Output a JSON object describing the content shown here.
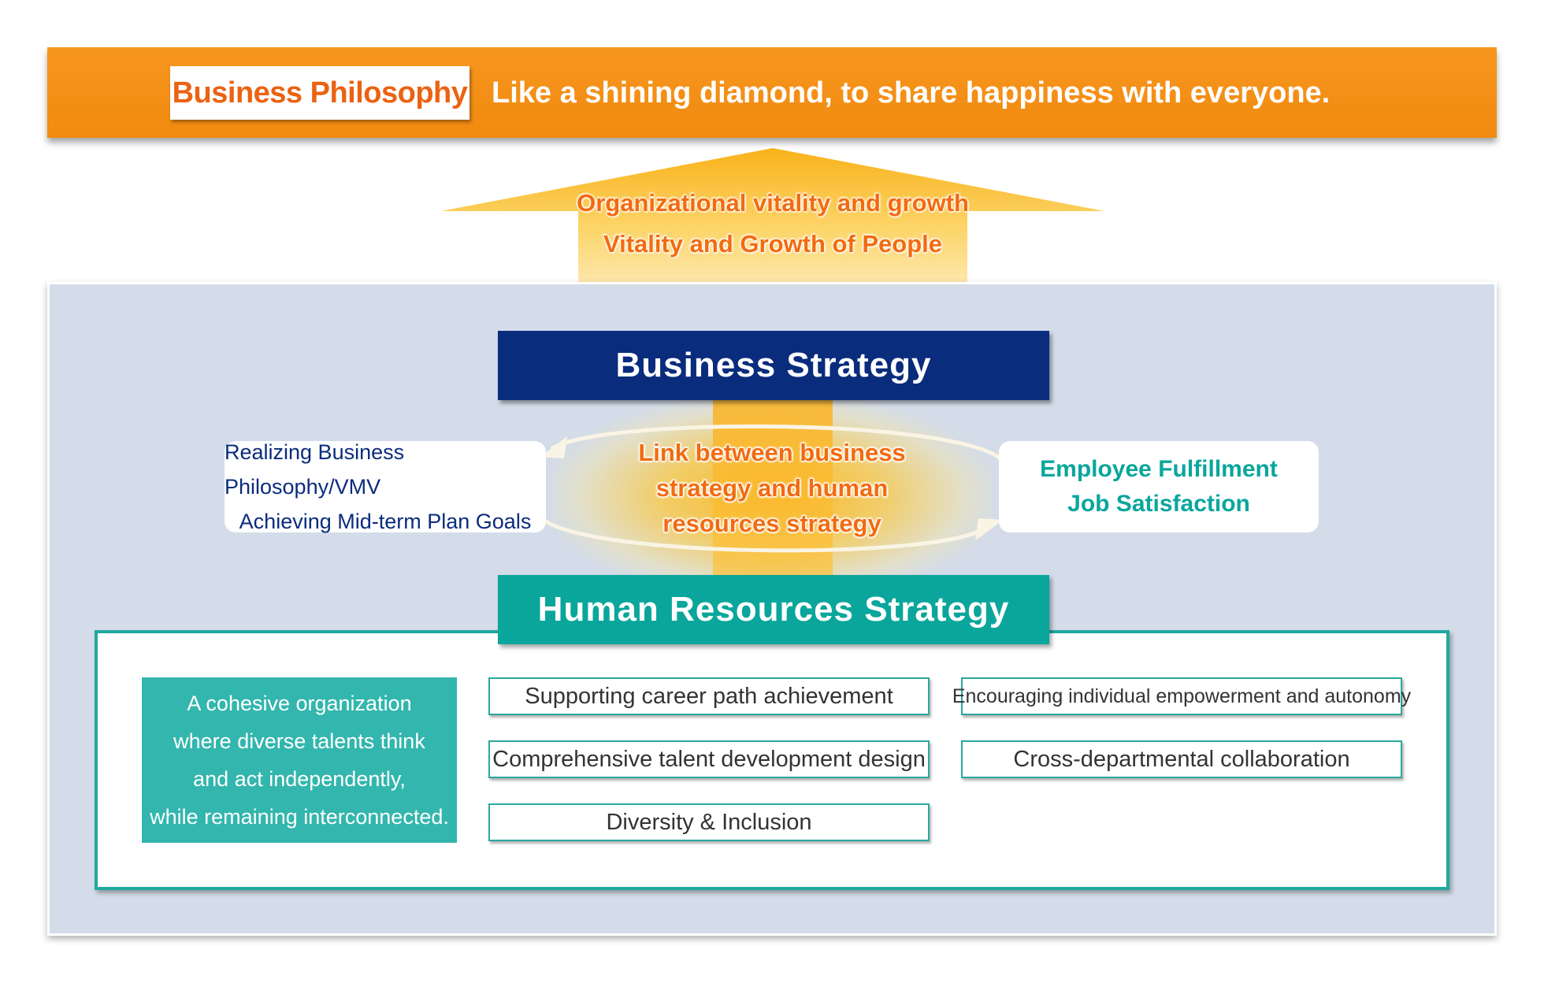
{
  "philosophy": {
    "label": "Business Philosophy",
    "text": "Like a shining diamond, to share happiness with everyone."
  },
  "arrow": {
    "line1": "Organizational vitality and growth",
    "line2": "Vitality and Growth of People"
  },
  "business_strategy": "Business Strategy",
  "hr_strategy": "Human Resources Strategy",
  "link": {
    "line1": "Link between business",
    "line2": "strategy and human",
    "line3": "resources strategy"
  },
  "left_box": {
    "line1": "Realizing Business Philosophy/VMV",
    "line2": "Achieving Mid-term Plan Goals"
  },
  "right_box": {
    "line1": "Employee Fulfillment",
    "line2": "Job Satisfaction"
  },
  "cohesive": {
    "line1": "A cohesive organization",
    "line2": "where diverse talents think",
    "line3": "and act independently,",
    "line4": "while remaining interconnected."
  },
  "hr_items": [
    "Supporting career path achievement",
    "Encouraging individual empowerment and autonomy",
    "Comprehensive talent development design",
    "Cross-departmental collaboration",
    "Diversity & Inclusion"
  ],
  "colors": {
    "orange": "#f7961e",
    "navy": "#0a2c7c",
    "teal": "#0aa69c",
    "panel": "#d3dce8",
    "accent_text": "#f26b11"
  }
}
